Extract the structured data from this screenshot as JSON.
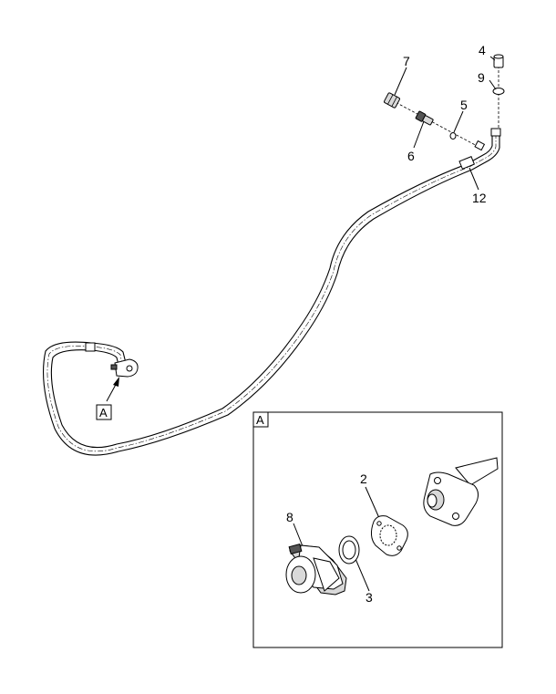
{
  "callouts": [
    {
      "id": "4",
      "text": "4"
    },
    {
      "id": "9",
      "text": "9"
    },
    {
      "id": "7",
      "text": "7"
    },
    {
      "id": "5",
      "text": "5"
    },
    {
      "id": "6",
      "text": "6"
    },
    {
      "id": "12",
      "text": "12"
    },
    {
      "id": "2",
      "text": "2"
    },
    {
      "id": "8",
      "text": "8"
    },
    {
      "id": "3",
      "text": "3"
    }
  ],
  "detail_reference": {
    "label": "A"
  },
  "detail_view": {
    "label": "A"
  }
}
